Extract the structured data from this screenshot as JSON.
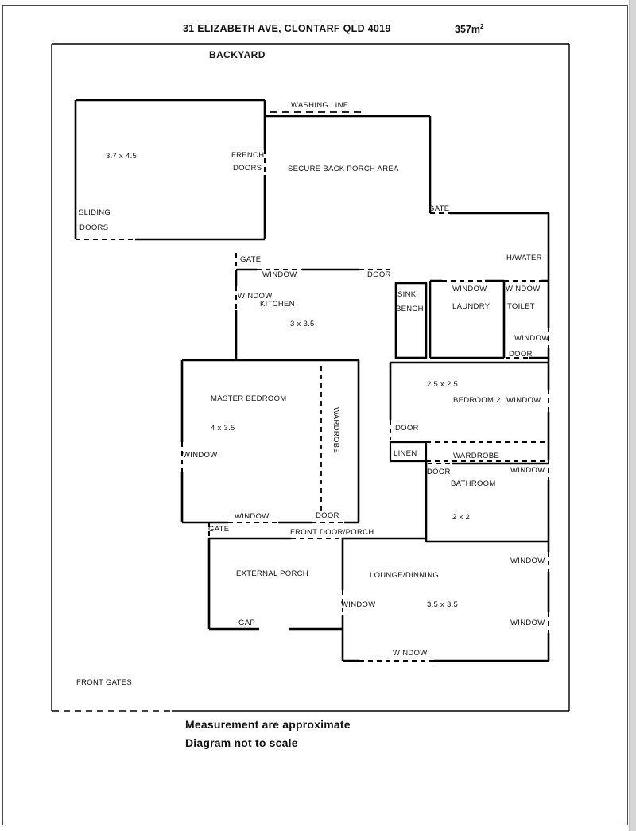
{
  "header": {
    "title": "31 ELIZABETH AVE, CLONTARF QLD 4019",
    "area": "357m",
    "area_sup": "2"
  },
  "strings": {
    "window": "WINDOW",
    "door": "DOOR",
    "gate": "GATE"
  },
  "rooms": {
    "backyard": "BACKYARD",
    "washing_line": "WASHING LINE",
    "shed_dims": "3.7 x 4.5",
    "french_line1": "FRENCH",
    "french_line2": "DOORS",
    "secure_porch": "SECURE BACK PORCH AREA",
    "sliding_line1": "SLIDING",
    "sliding_line2": "DOORS",
    "hwater": "H/WATER",
    "kitchen": "KITCHEN",
    "kitchen_dims": "3 x 3.5",
    "sink": "SINK",
    "bench": "BENCH",
    "laundry": "LAUNDRY",
    "toilet": "TOILET",
    "master_bedroom": "MASTER BEDROOM",
    "master_dims": "4 x 3.5",
    "bedroom2": "BEDROOM 2",
    "bedroom2_dims": "2.5 x 2.5",
    "wardrobe": "WARDROBE",
    "linen": "LINEN",
    "bathroom": "BATHROOM",
    "bathroom_dims": "2 x 2",
    "front_door_porch": "FRONT DOOR/PORCH",
    "external_porch": "EXTERNAL PORCH",
    "lounge": "LOUNGE/DINNING",
    "lounge_dims": "3.5 x 3.5",
    "gap": "GAP",
    "front_gates": "FRONT GATES"
  },
  "footer": {
    "line1": "Measurement are approximate",
    "line2": "Diagram not to scale"
  }
}
